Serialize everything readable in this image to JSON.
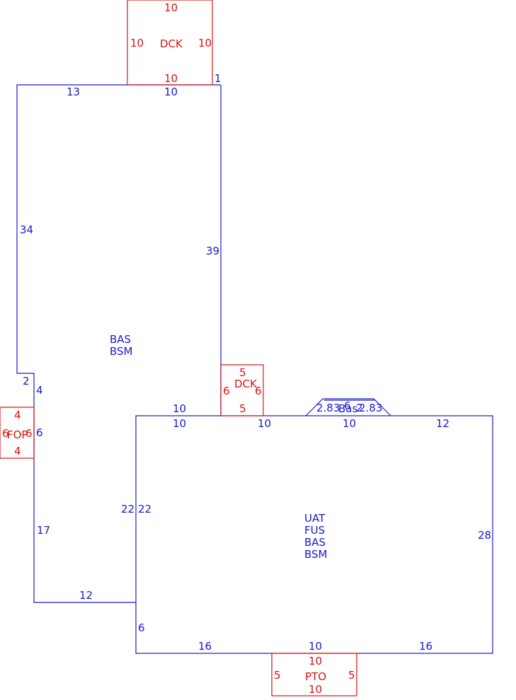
{
  "colors": {
    "main_area": "#1a1acc",
    "addition": "#dd1111"
  },
  "areas": {
    "main_upper": {
      "codes": [
        "BAS",
        "BSM"
      ]
    },
    "main_lower": {
      "codes": [
        "UAT",
        "FUS",
        "BAS",
        "BSM"
      ]
    },
    "bay": {
      "code": "Bas"
    },
    "deck_top": {
      "code": "DCK"
    },
    "deck_small": {
      "code": "DCK"
    },
    "porch": {
      "code": "FOP"
    },
    "patio": {
      "code": "PTO"
    }
  },
  "dims": {
    "upper_top_left": "13",
    "upper_top_mid": "10",
    "upper_top_corner": "1",
    "upper_left": "34",
    "upper_right": "39",
    "step_2": "2",
    "step_4": "4",
    "left_6": "6",
    "left_17": "17",
    "bottom_12": "12",
    "join_10_a": "10",
    "join_10_b": "10",
    "join_22_a": "22",
    "join_22_b": "22",
    "lower_top_10a": "10",
    "lower_top_10b": "10",
    "lower_top_12": "12",
    "lower_right_28": "28",
    "lower_left_6": "6",
    "lower_bottom_16a": "16",
    "lower_bottom_10": "10",
    "lower_bottom_16b": "16",
    "bay_283a": "2.83",
    "bay_6": "6",
    "bay_2": "2",
    "bay_283b": "2.83"
  },
  "red_dims": {
    "dck_top_top": "10",
    "dck_top_left": "10",
    "dck_top_right": "10",
    "dck_top_bottom": "10",
    "dck_small_top": "5",
    "dck_small_left": "6",
    "dck_small_right": "6",
    "dck_small_bottom": "5",
    "fop_top": "4",
    "fop_left": "6",
    "fop_right": "6",
    "fop_bottom": "4",
    "pto_top": "10",
    "pto_left": "5",
    "pto_right": "5",
    "pto_bottom": "10"
  }
}
